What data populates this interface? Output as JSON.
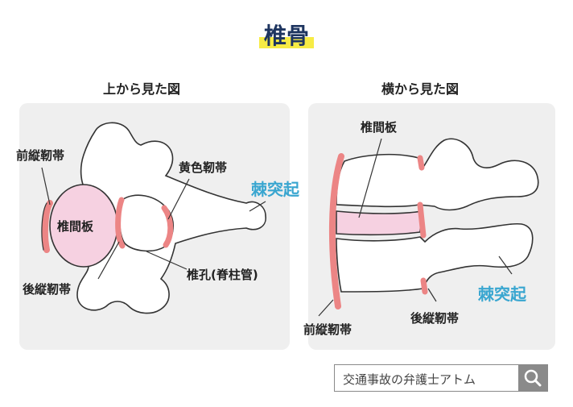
{
  "title": "椎骨",
  "top_view": {
    "heading": "上から見た図",
    "labels": {
      "anterior_ligament": "前縦靭帯",
      "disc": "椎間板",
      "posterior_ligament": "後縦靭帯",
      "yellow_ligament": "黄色靭帯",
      "foramen": "椎孔(脊柱管)",
      "spinous_process": "棘突起"
    }
  },
  "side_view": {
    "heading": "横から見た図",
    "labels": {
      "disc": "椎間板",
      "spinous_process": "棘突起",
      "anterior_ligament": "前縦靭帯",
      "posterior_ligament": "後縦靭帯"
    }
  },
  "search": {
    "text": "交通事故の弁護士アトム"
  },
  "colors": {
    "title": "#1e3560",
    "highlight": "#f7ec45",
    "accent_label": "#39a6d0",
    "ligament": "#ec8585",
    "disc_fill": "#f6d1e1",
    "panel": "#efefef"
  }
}
